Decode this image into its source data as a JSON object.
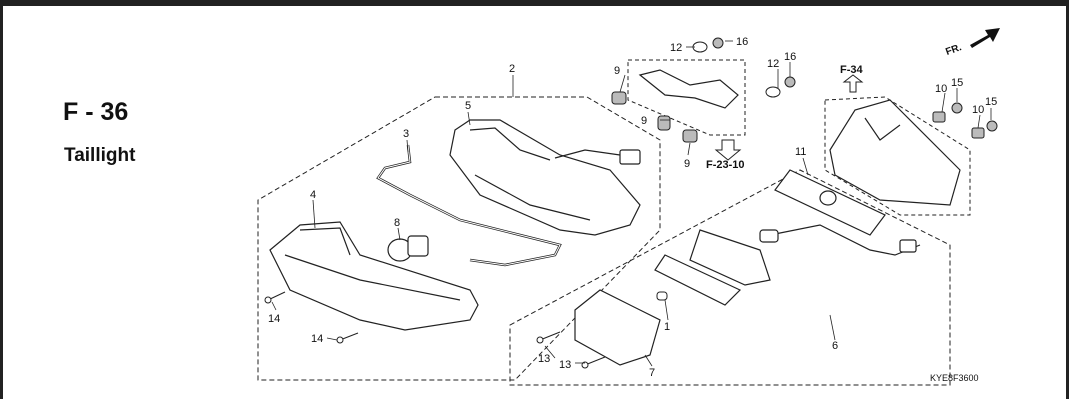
{
  "section": {
    "code": "F - 36",
    "title": "Taillight"
  },
  "direction_label": "FR.",
  "diagram_code": "KYE8F3600",
  "refs": [
    "F-23-10",
    "F-34"
  ],
  "callouts": [
    "1",
    "2",
    "3",
    "4",
    "5",
    "6",
    "7",
    "8",
    "9",
    "9",
    "9",
    "10",
    "10",
    "11",
    "12",
    "12",
    "13",
    "13",
    "14",
    "14",
    "15",
    "15",
    "16",
    "16"
  ]
}
